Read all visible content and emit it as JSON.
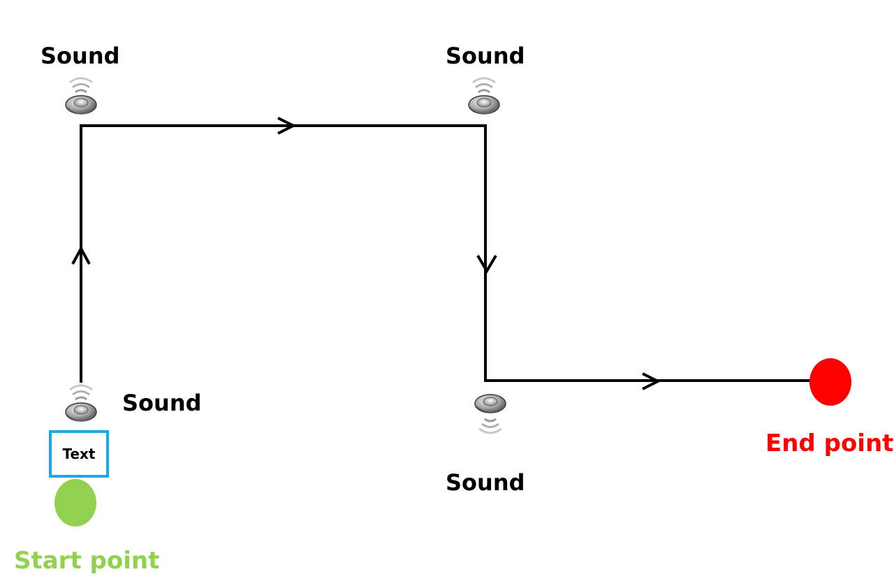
{
  "diagram": {
    "sound_label": "Sound",
    "text_box_label": "Text",
    "start_label": "Start point",
    "end_label": "End point",
    "colors": {
      "path": "#000000",
      "start_marker": "#92d050",
      "end_marker": "#ff0000",
      "text_box_border": "#1ea8e0",
      "start_text": "#92d050",
      "end_text": "#ff0000"
    },
    "icons": {
      "speaker": "speaker-icon"
    }
  }
}
